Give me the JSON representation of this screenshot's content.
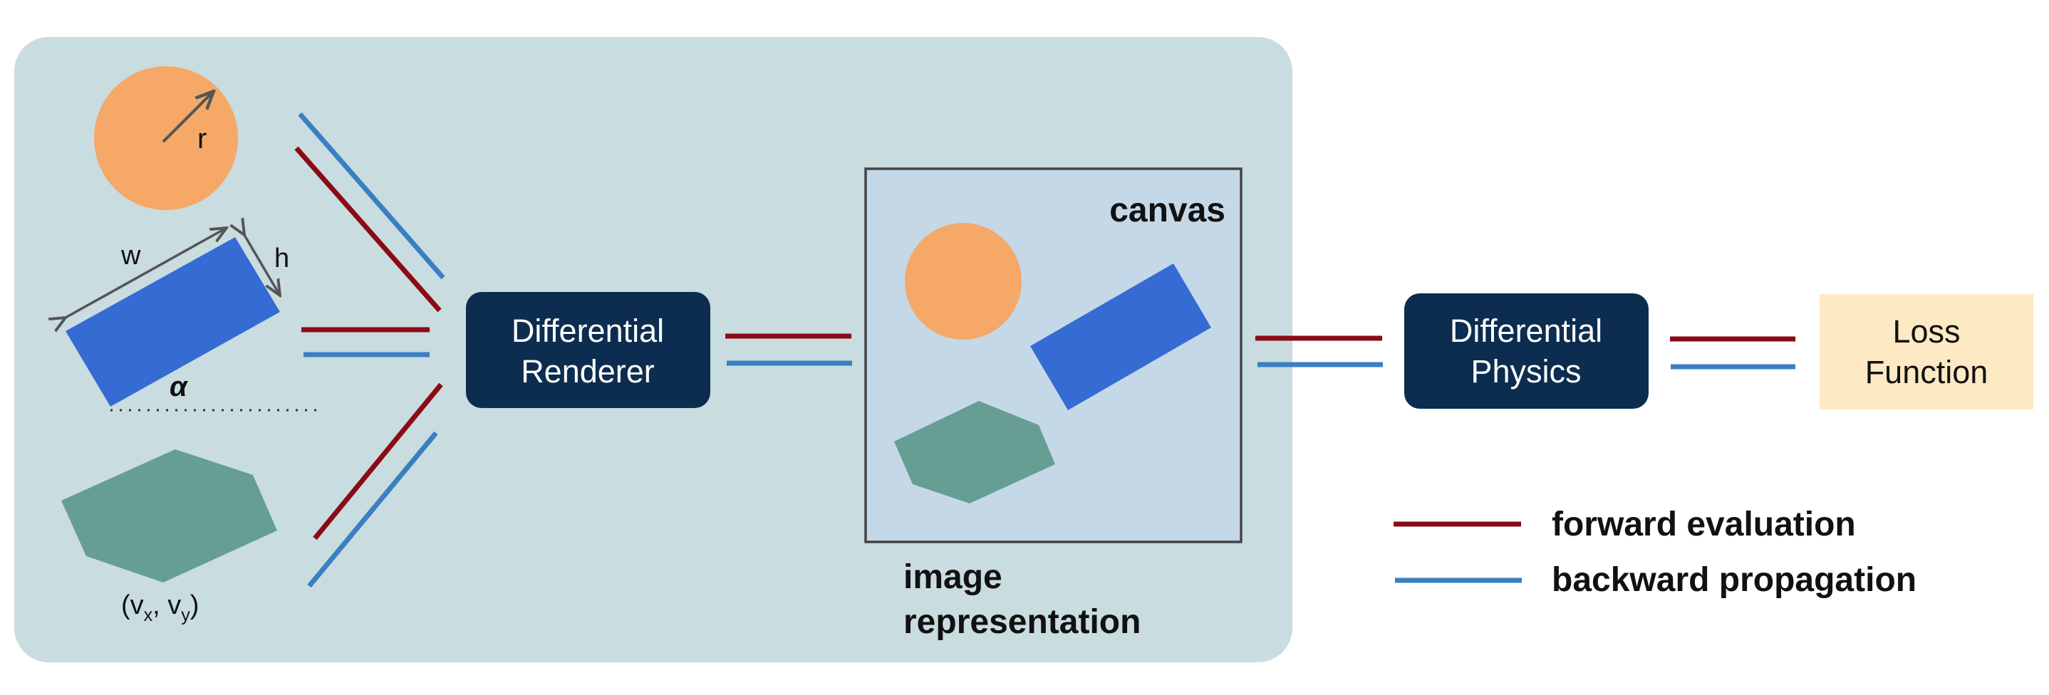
{
  "colors": {
    "panel": "#c9dcdf",
    "circle": "#f5a867",
    "rect": "#366bd3",
    "hexagon": "#669e93",
    "canvas_bg": "#c5d8e8",
    "dark_box": "#0c2d4f",
    "loss_box": "#fde9c4",
    "forward_arrow": "#8b0b14",
    "backward_arrow": "#3a7fc2",
    "dim_arrow": "#555555"
  },
  "shapes": {
    "circle_param": "r",
    "rect_width_param": "w",
    "rect_height_param": "h",
    "rect_angle_param": "α",
    "hexagon_vertex_prefix": "(v",
    "hexagon_vertex_x_sub": "x",
    "hexagon_vertex_mid": ", v",
    "hexagon_vertex_y_sub": "y",
    "hexagon_vertex_suffix": ")"
  },
  "renderer": {
    "line1": "Differential",
    "line2": "Renderer"
  },
  "canvas": {
    "label": "canvas",
    "caption_line1": "image",
    "caption_line2": "representation"
  },
  "physics": {
    "line1": "Differential",
    "line2": "Physics"
  },
  "loss": {
    "line1": "Loss",
    "line2": "Function"
  },
  "legend": {
    "forward": "forward evaluation",
    "backward": "backward propagation"
  }
}
